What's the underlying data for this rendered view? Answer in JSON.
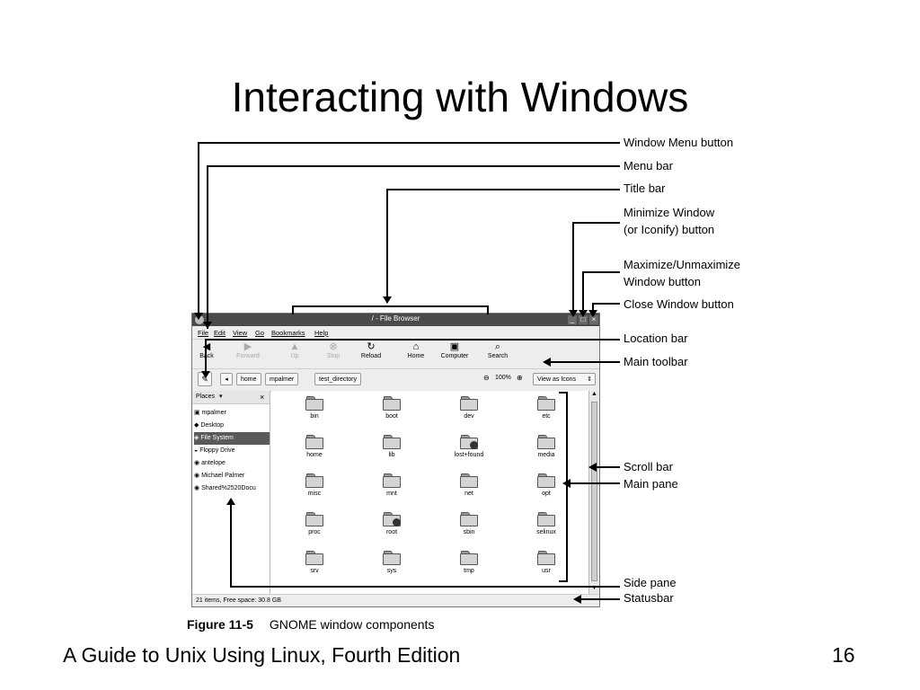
{
  "slide": {
    "title": "Interacting with Windows",
    "footer_text": "A Guide to Unix Using Linux, Fourth Edition",
    "page_number": "16"
  },
  "figure": {
    "caption_label": "Figure 11-5",
    "caption_text": "GNOME window components"
  },
  "window": {
    "title": "/ - File Browser",
    "min_glyph": "_",
    "max_glyph": "□",
    "close_glyph": "×"
  },
  "menubar": {
    "items": [
      "File",
      "Edit",
      "View",
      "Go",
      "Bookmarks",
      "Help"
    ]
  },
  "toolbar": {
    "back": "Back",
    "forward": "Forward",
    "up": "Up",
    "stop": "Stop",
    "reload": "Reload",
    "home": "Home",
    "computer": "Computer",
    "search": "Search"
  },
  "location": {
    "crumbs": [
      "home",
      "mpalmer",
      "test_directory"
    ],
    "zoom": "100%",
    "view_mode": "View as Icons"
  },
  "places": {
    "header": "Places",
    "items": [
      "mpalmer",
      "Desktop",
      "File System",
      "Floppy Drive",
      "antelope",
      "Michael Palmer",
      "Shared%2520Docu"
    ],
    "selected": "File System"
  },
  "files": [
    "bin",
    "boot",
    "dev",
    "etc",
    "home",
    "lib",
    "lost+found",
    "media",
    "misc",
    "mnt",
    "net",
    "opt",
    "proc",
    "root",
    "sbin",
    "selinux",
    "srv",
    "sys",
    "tmp",
    "usr"
  ],
  "statusbar": {
    "text": "21 items, Free space: 30.8 GB"
  },
  "callouts": {
    "window_menu": "Window Menu button",
    "menu_bar": "Menu bar",
    "title_bar": "Title bar",
    "minimize_1": "Minimize Window",
    "minimize_2": "(or Iconify) button",
    "maximize_1": "Maximize/Unmaximize",
    "maximize_2": "Window button",
    "close": "Close Window button",
    "location_bar": "Location bar",
    "main_toolbar": "Main toolbar",
    "scroll_bar": "Scroll bar",
    "main_pane": "Main pane",
    "side_pane": "Side pane",
    "statusbar": "Statusbar"
  }
}
